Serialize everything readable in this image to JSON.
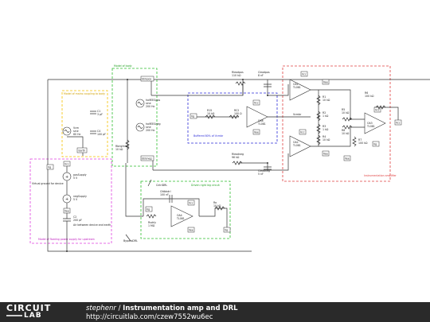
{
  "footer": {
    "logo_top": "CIRCUIT",
    "logo_bottom": "LAB",
    "author": "stephenr",
    "separator": " / ",
    "title": "Instrumentation amp and DRL",
    "url": "http://circuitlab.com/czew7552wu6ec"
  },
  "regions": {
    "mains_coupling": "Model of mains coupling to body",
    "body": "Model of body",
    "buffered": "Buffered 80% of Vcmbr",
    "instrumentation": "Instrumentation amplifier",
    "floating_supply": "Model of floating power supply for upstream",
    "drl": "Driven right leg circuit"
  },
  "components": {
    "c1": {
      "name": "C1",
      "value": "3 pF"
    },
    "c4": {
      "name": "C4",
      "value": "100 pF"
    },
    "vcm": {
      "name": "Vcm",
      "value": "sine",
      "freq": "60 Hz"
    },
    "earth": "Earth",
    "vpos": {
      "name": "halfEEGpos",
      "value": "sine",
      "freq": "200 Hz"
    },
    "vneg": {
      "name": "halfEEGneg",
      "value": "sine",
      "freq": "200 Hz"
    },
    "rbody": {
      "name": "Rbrightleg",
      "value": "10 kΩ"
    },
    "eegpos": "EEGpos",
    "eegneg": "EEGneg",
    "relecpos": {
      "name": "Rleadpos",
      "value": "110 kΩ"
    },
    "celecpos": {
      "name": "Cleadpos",
      "value": "8 nF"
    },
    "relecneg": {
      "name": "Rleadneg",
      "value": "96 kΩ"
    },
    "celecneg": {
      "name": "Cleadneg",
      "value": "5 nF"
    },
    "r15": {
      "name": "R15",
      "value": "10 kΩ"
    },
    "rc2": {
      "name": "RC2",
      "value": "100 Ω"
    },
    "oa6": {
      "name": "OA6",
      "value": "TL081"
    },
    "vcmbr": "Vcmbr",
    "oa1": {
      "name": "OA1",
      "value": "TL081"
    },
    "oa2": {
      "name": "OA2",
      "value": "TL081"
    },
    "oa3": {
      "name": "OA3",
      "value": "TL081"
    },
    "r1": {
      "name": "R1",
      "value": "10 kΩ"
    },
    "r2": {
      "name": "R2",
      "value": "1 kΩ"
    },
    "r3": {
      "name": "R3",
      "value": "1 kΩ"
    },
    "r4": {
      "name": "R4",
      "value": "10 kΩ"
    },
    "r5": {
      "name": "R5",
      "value": "10 kΩ"
    },
    "r6": {
      "name": "R6",
      "value": "100 kΩ"
    },
    "r7": {
      "name": "R7",
      "value": "100 kΩ"
    },
    "r8": {
      "name": "R8",
      "value": "10 kΩ"
    },
    "v1": {
      "name": "posSupply",
      "value": "5 V"
    },
    "v2": {
      "name": "negSupply",
      "value": "5 V"
    },
    "c2": {
      "name": "C2",
      "value": "200 pF"
    },
    "vground_note": "Virtual ground for device",
    "cap_note": "Air between device and earth",
    "cntrldrl": "CntrlDRL",
    "cfeedback": {
      "name": "Cfdbkdrl",
      "value": "100 nF"
    },
    "rdrl": {
      "name": "Rsdrly",
      "value": "1 MΩ"
    },
    "oa4": {
      "name": "OA4",
      "value": "TL081"
    },
    "ro": {
      "name": "Ro",
      "value": "10 kΩ"
    },
    "bypass": "BypassDRL",
    "vpp": "Vcc",
    "vee": "Vee",
    "gnd": "Vg"
  }
}
